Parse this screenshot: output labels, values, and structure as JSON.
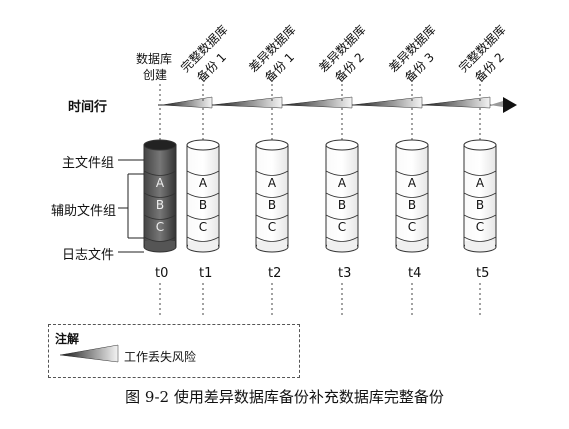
{
  "timeline": {
    "label": "时间行",
    "events": [
      {
        "text": [
          "数据库",
          "创建"
        ],
        "rotated": false
      },
      {
        "text": [
          "完整数据库",
          "备份 1"
        ],
        "rotated": true
      },
      {
        "text": [
          "差异数据库",
          "备份 1"
        ],
        "rotated": true
      },
      {
        "text": [
          "差异数据库",
          "备份 2"
        ],
        "rotated": true
      },
      {
        "text": [
          "差异数据库",
          "备份 3"
        ],
        "rotated": true
      },
      {
        "text": [
          "完整数据库",
          "备份 2"
        ],
        "rotated": true
      }
    ]
  },
  "row_labels": {
    "primary": "主文件组",
    "secondary": "辅助文件组",
    "log": "日志文件"
  },
  "cylinders": {
    "segments": [
      "A",
      "B",
      "C"
    ],
    "times": [
      "t0",
      "t1",
      "t2",
      "t3",
      "t4",
      "t5"
    ]
  },
  "legend": {
    "title": "注解",
    "item": "工作丢失风险"
  },
  "caption": "图 9-2    使用差异数据库备份补充数据库完整备份"
}
